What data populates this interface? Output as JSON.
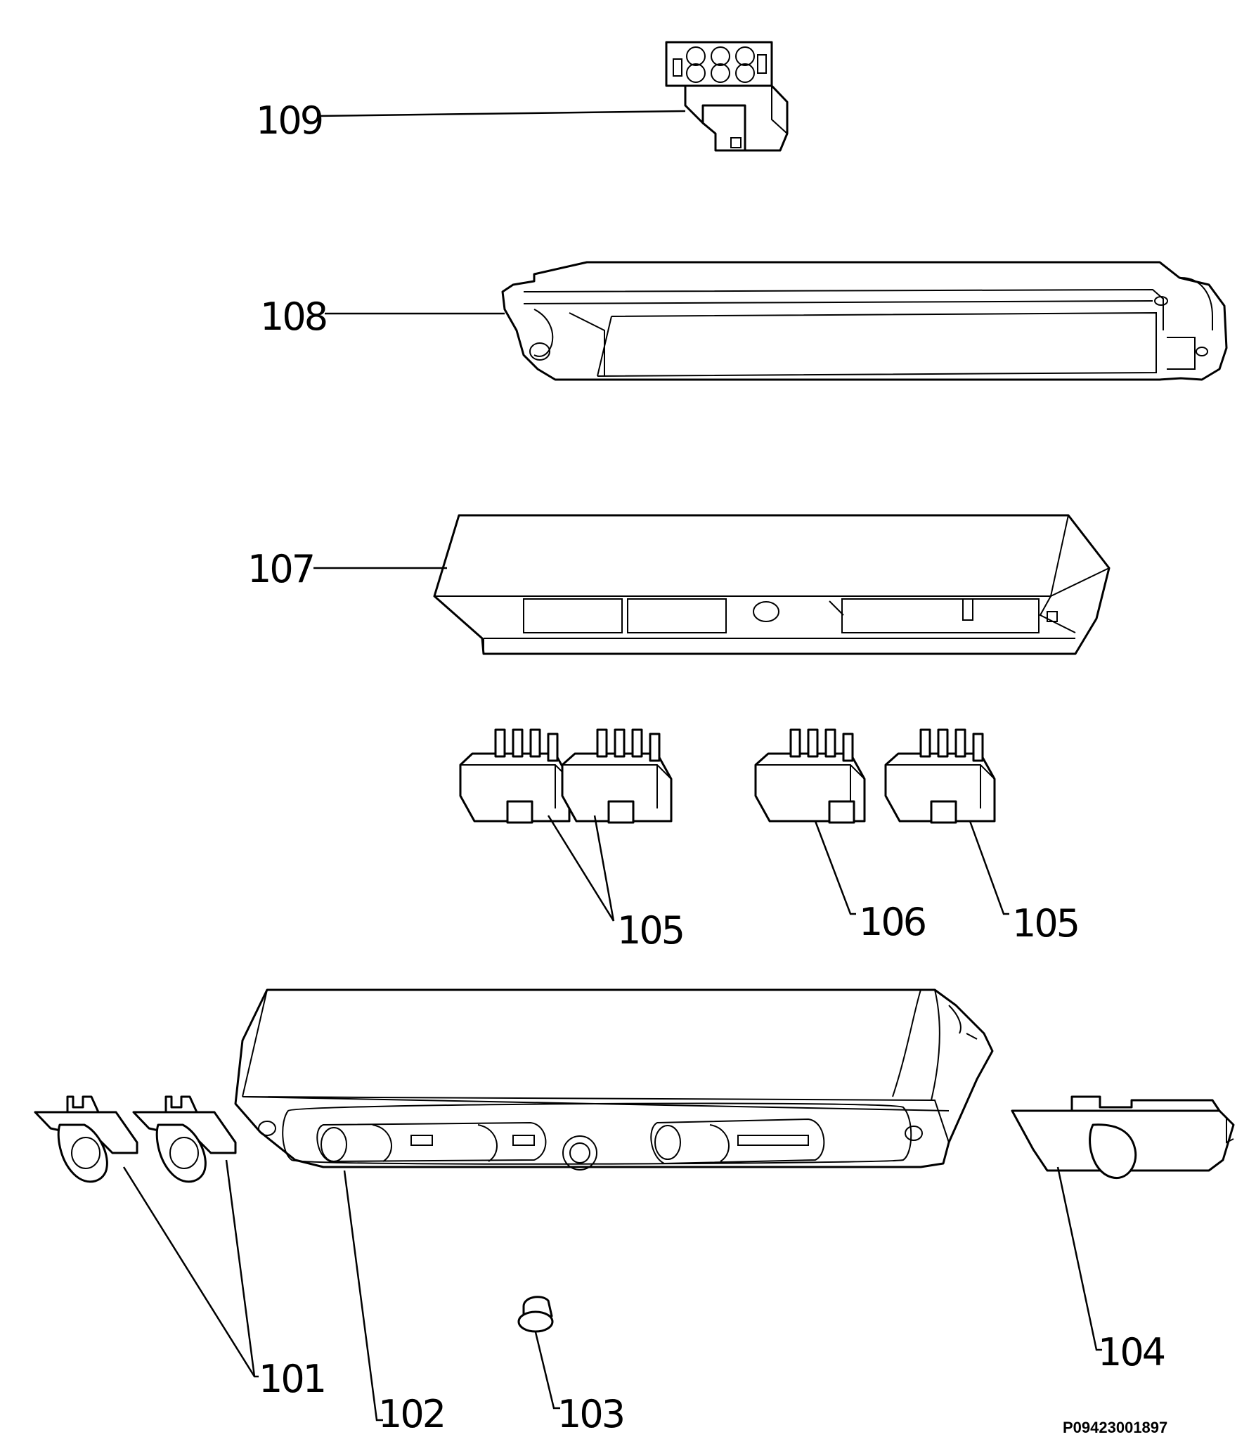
{
  "labels": {
    "p101": "101",
    "p102": "102",
    "p103": "103",
    "p104": "104",
    "p105a": "105",
    "p105b": "105",
    "p106": "106",
    "p107": "107",
    "p108": "108",
    "p109": "109"
  },
  "drawing_code": "P09423001897",
  "colors": {
    "line": "#000000",
    "background": "#ffffff"
  }
}
